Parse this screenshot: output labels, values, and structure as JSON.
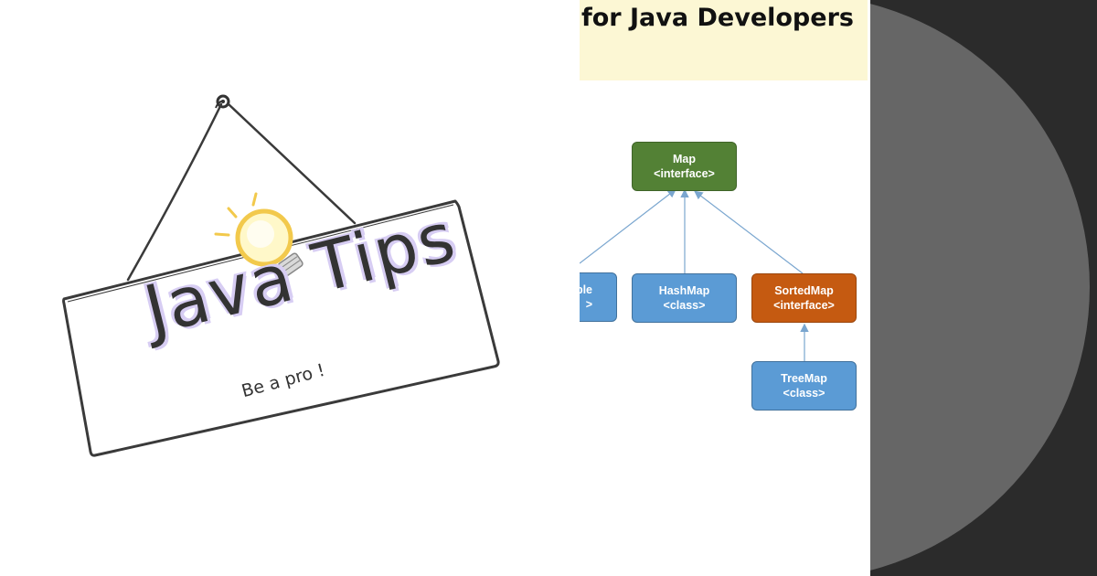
{
  "sign": {
    "title": "Java Tips",
    "subtitle": "Be a pro !",
    "icon": "lightbulb-icon"
  },
  "book": {
    "title": "for Java Developers"
  },
  "diagram": {
    "nodes": {
      "map": {
        "name": "Map",
        "kind": "<interface>",
        "color": "#538135"
      },
      "hashtable": {
        "name": "ble",
        "kind": ">",
        "color": "#5b9bd5"
      },
      "hashmap": {
        "name": "HashMap",
        "kind": "<class>",
        "color": "#5b9bd5"
      },
      "sortedmap": {
        "name": "SortedMap",
        "kind": "<interface>",
        "color": "#c55a11"
      },
      "treemap": {
        "name": "TreeMap",
        "kind": "<class>",
        "color": "#5b9bd5"
      }
    },
    "edge_color": "#7aa6cf"
  },
  "colors": {
    "banner_bg": "#fcf7d4",
    "dark_panel": "#2b2b2b",
    "circle": "#666666"
  }
}
